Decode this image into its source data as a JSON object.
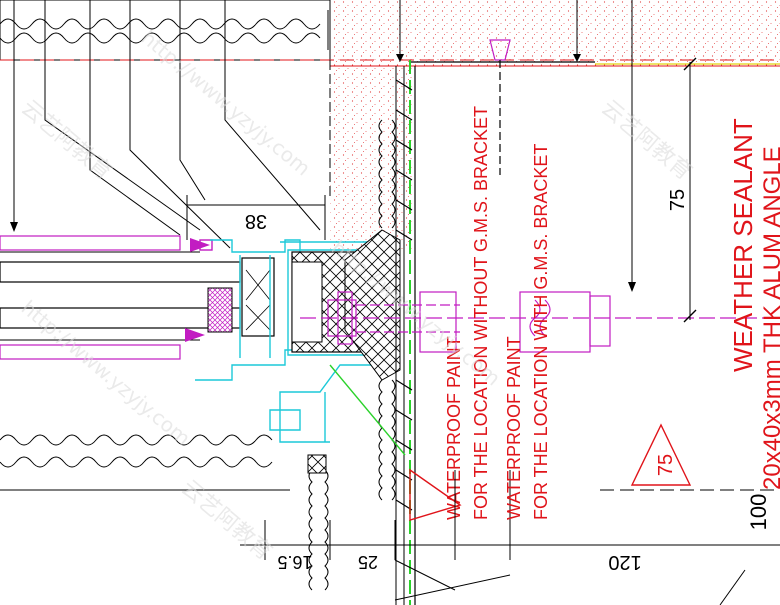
{
  "drawing": {
    "labels": {
      "wp_without": "WATERPROOF PAINT",
      "wp_without_sub": "FOR THE LOCATION WITHOUT G.M.S. BRACKET",
      "wp_with": "WATERPROOF PAINT",
      "wp_with_sub": "FOR THE LOCATION WITH G.M.S. BRACKET",
      "sealant": "WEATHER SEALANT",
      "angle": "20x40x3mm THK ALUM ANGLE"
    },
    "dimensions": {
      "d38": "38",
      "d75_vertical": "75",
      "d75_triangle": "75",
      "d165": "16.5",
      "d25": "25",
      "d120": "120",
      "d100": "100"
    },
    "watermarks": [
      "云艺阿教育",
      "http://www.yzyjy.com",
      "云艺阿教育",
      "http://www.yzyjy.com",
      "云艺阿教育",
      "http://www.yzyjy.com"
    ]
  }
}
